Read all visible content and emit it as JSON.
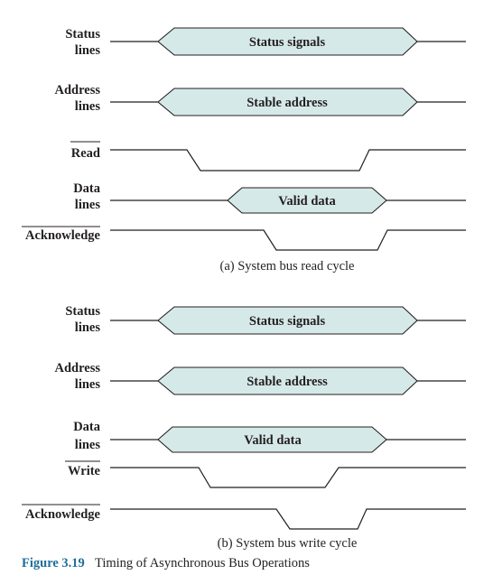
{
  "colors": {
    "hex_fill": "#d6e9e9",
    "line": "#231f20",
    "figure_number": "#1f6f9a"
  },
  "read_cycle": {
    "status": {
      "label_1": "Status",
      "label_2": "lines",
      "bus_text": "Status signals"
    },
    "address": {
      "label_1": "Address",
      "label_2": "lines",
      "bus_text": "Stable address"
    },
    "read": {
      "label": "Read",
      "overbar": true
    },
    "data": {
      "label_1": "Data",
      "label_2": "lines",
      "bus_text": "Valid data"
    },
    "acknowledge": {
      "label": "Acknowledge",
      "overbar": true
    },
    "caption": "(a) System bus read cycle"
  },
  "write_cycle": {
    "status": {
      "label_1": "Status",
      "label_2": "lines",
      "bus_text": "Status signals"
    },
    "address": {
      "label_1": "Address",
      "label_2": "lines",
      "bus_text": "Stable address"
    },
    "data": {
      "label_1": "Data",
      "label_2": "lines",
      "bus_text": "Valid data"
    },
    "write": {
      "label": "Write",
      "overbar": true
    },
    "acknowledge": {
      "label": "Acknowledge",
      "overbar": true
    },
    "caption": "(b) System bus write cycle"
  },
  "figure": {
    "number": "Figure 3.19",
    "title": "Timing of Asynchronous Bus Operations"
  }
}
